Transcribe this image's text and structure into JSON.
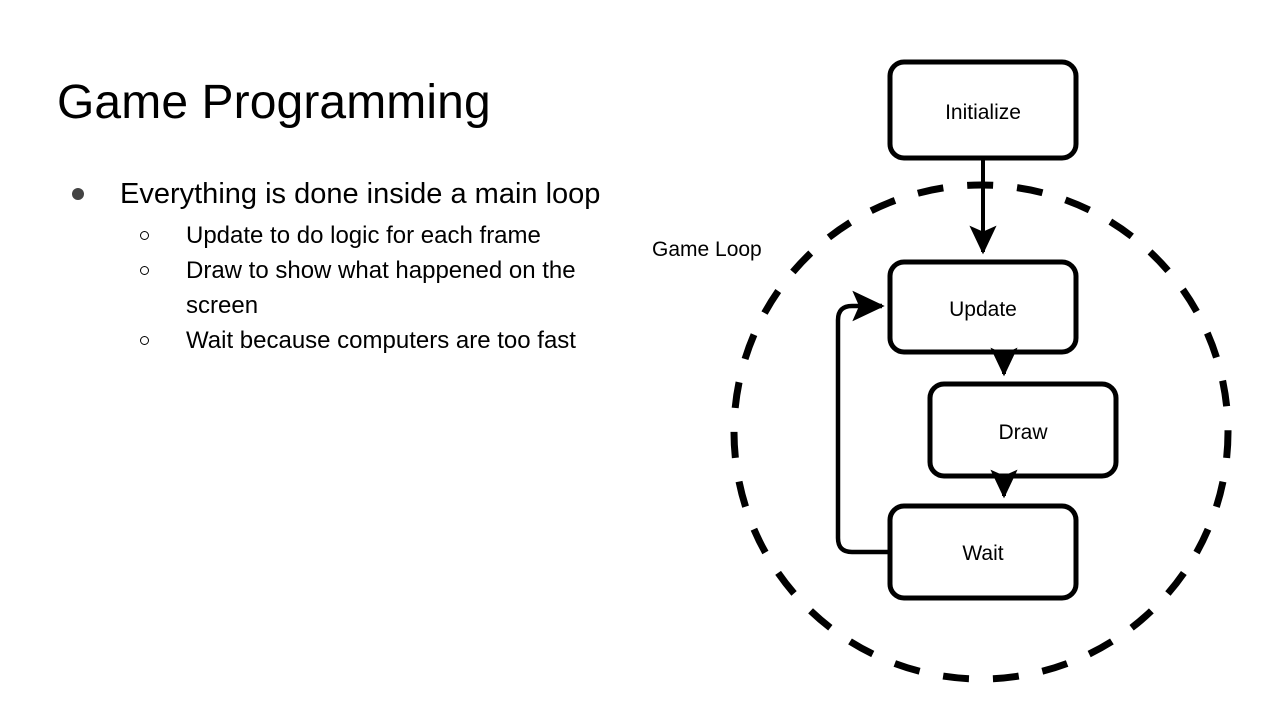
{
  "slide": {
    "title": "Game Programming",
    "background_color": "#ffffff",
    "text_color": "#000000"
  },
  "content": {
    "bullets": [
      {
        "level": 1,
        "marker": "filled-disc",
        "marker_color": "#434343",
        "text": "Everything is done inside a main loop",
        "children": [
          {
            "level": 2,
            "marker": "hollow-circle",
            "text": "Update to do logic for each frame"
          },
          {
            "level": 2,
            "marker": "hollow-circle",
            "text": "Draw to show what happened on the screen"
          },
          {
            "level": 2,
            "marker": "hollow-circle",
            "text": "Wait because computers are too fast"
          }
        ]
      }
    ]
  },
  "diagram": {
    "type": "flowchart",
    "loop_label": "Game Loop",
    "loop_boundary": {
      "shape": "circle",
      "style": "dashed",
      "stroke_color": "#000000"
    },
    "nodes": [
      {
        "id": "initialize",
        "label": "Initialize",
        "inside_loop": false
      },
      {
        "id": "update",
        "label": "Update",
        "inside_loop": true
      },
      {
        "id": "draw",
        "label": "Draw",
        "inside_loop": true
      },
      {
        "id": "wait",
        "label": "Wait",
        "inside_loop": true
      }
    ],
    "edges": [
      {
        "from": "initialize",
        "to": "update",
        "arrow": true
      },
      {
        "from": "update",
        "to": "draw",
        "arrow": true
      },
      {
        "from": "draw",
        "to": "wait",
        "arrow": true
      },
      {
        "from": "wait",
        "to": "update",
        "arrow": true,
        "style": "feedback-loop"
      }
    ]
  }
}
